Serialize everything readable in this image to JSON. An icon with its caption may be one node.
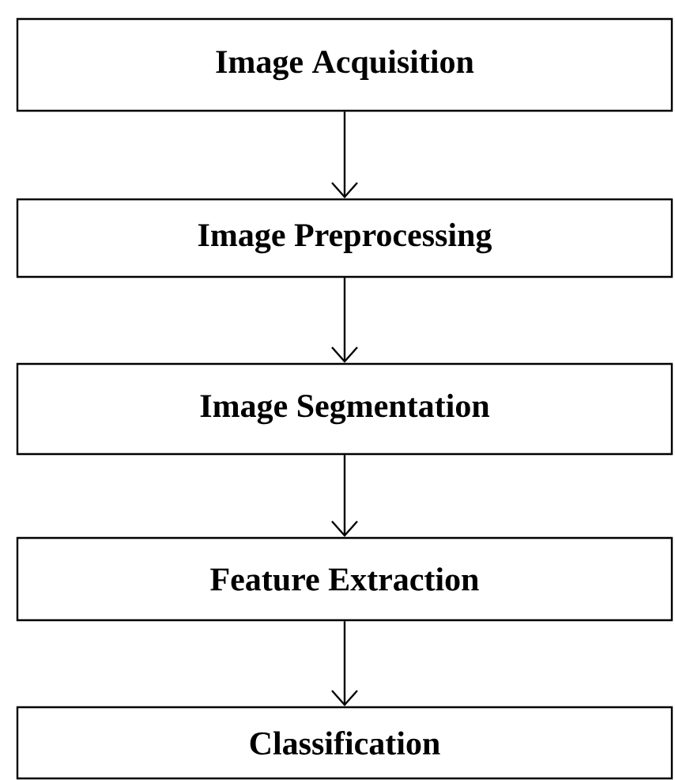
{
  "diagram": {
    "nodes": [
      {
        "text": [
          "Image Acquisition"
        ]
      },
      {
        "text": [
          "Image Preprocessing"
        ]
      },
      {
        "text": [
          "Image Segmentation"
        ]
      },
      {
        "text": [
          "Feature Extraction"
        ]
      },
      {
        "text": [
          "Classification"
        ]
      }
    ],
    "edges": [
      {
        "from": 0,
        "to": 1,
        "arrow": "to"
      },
      {
        "from": 1,
        "to": 2,
        "arrow": "to"
      },
      {
        "from": 2,
        "to": 3,
        "arrow": "to"
      },
      {
        "from": 3,
        "to": 4,
        "arrow": "to"
      }
    ]
  }
}
